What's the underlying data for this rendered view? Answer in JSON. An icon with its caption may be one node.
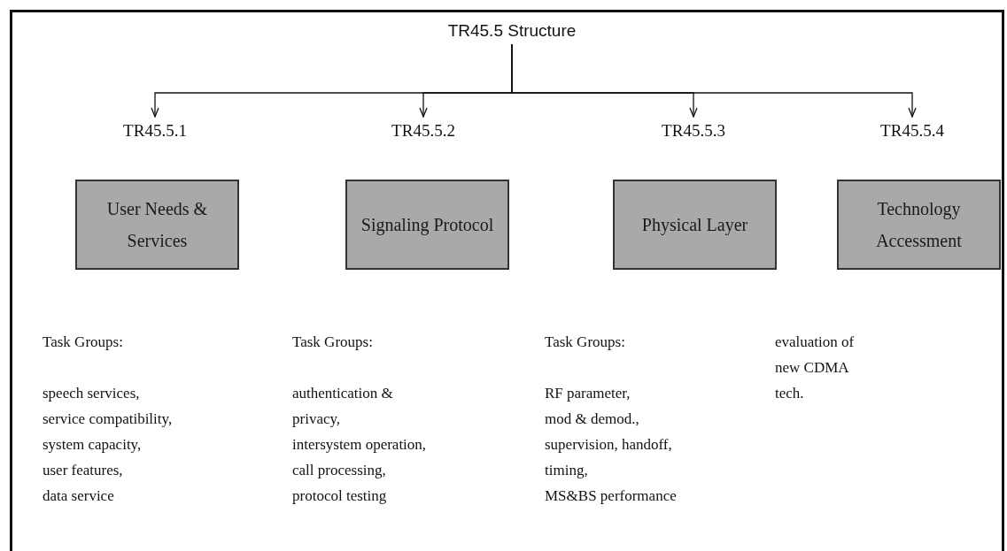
{
  "diagram": {
    "nodes": [
      {
        "text": [
          "TR45.5 Structure"
        ]
      },
      {
        "text": [
          "TR45.5.1"
        ]
      },
      {
        "text": [
          "TR45.5.2"
        ]
      },
      {
        "text": [
          "TR45.5.3"
        ]
      },
      {
        "text": [
          "TR45.5.4"
        ]
      },
      {
        "text": [
          "User Needs & Services"
        ]
      },
      {
        "text": [
          "Signaling Protocol"
        ]
      },
      {
        "text": [
          "Physical Layer"
        ]
      },
      {
        "text": [
          "Technology Accessment"
        ]
      }
    ],
    "edges": [
      {
        "from": 0,
        "to": 1,
        "arrow": "to"
      },
      {
        "from": 0,
        "to": 2,
        "arrow": "to"
      },
      {
        "from": 0,
        "to": 3,
        "arrow": "to"
      },
      {
        "from": 0,
        "to": 4,
        "arrow": "to"
      }
    ],
    "labels": [
      "Task Groups:",
      "speech services,",
      "service compatibility,",
      "system capacity,",
      "user features,",
      "data service",
      "Task Groups:",
      "authentication & privacy,",
      "intersystem operation,",
      "call processing,",
      "protocol testing",
      "Task Groups:",
      "RF parameter,",
      "mod & demod.,",
      "supervision, handoff,",
      "timing,",
      "MS&BS performance",
      "evaluation of new CDMA tech."
    ]
  }
}
